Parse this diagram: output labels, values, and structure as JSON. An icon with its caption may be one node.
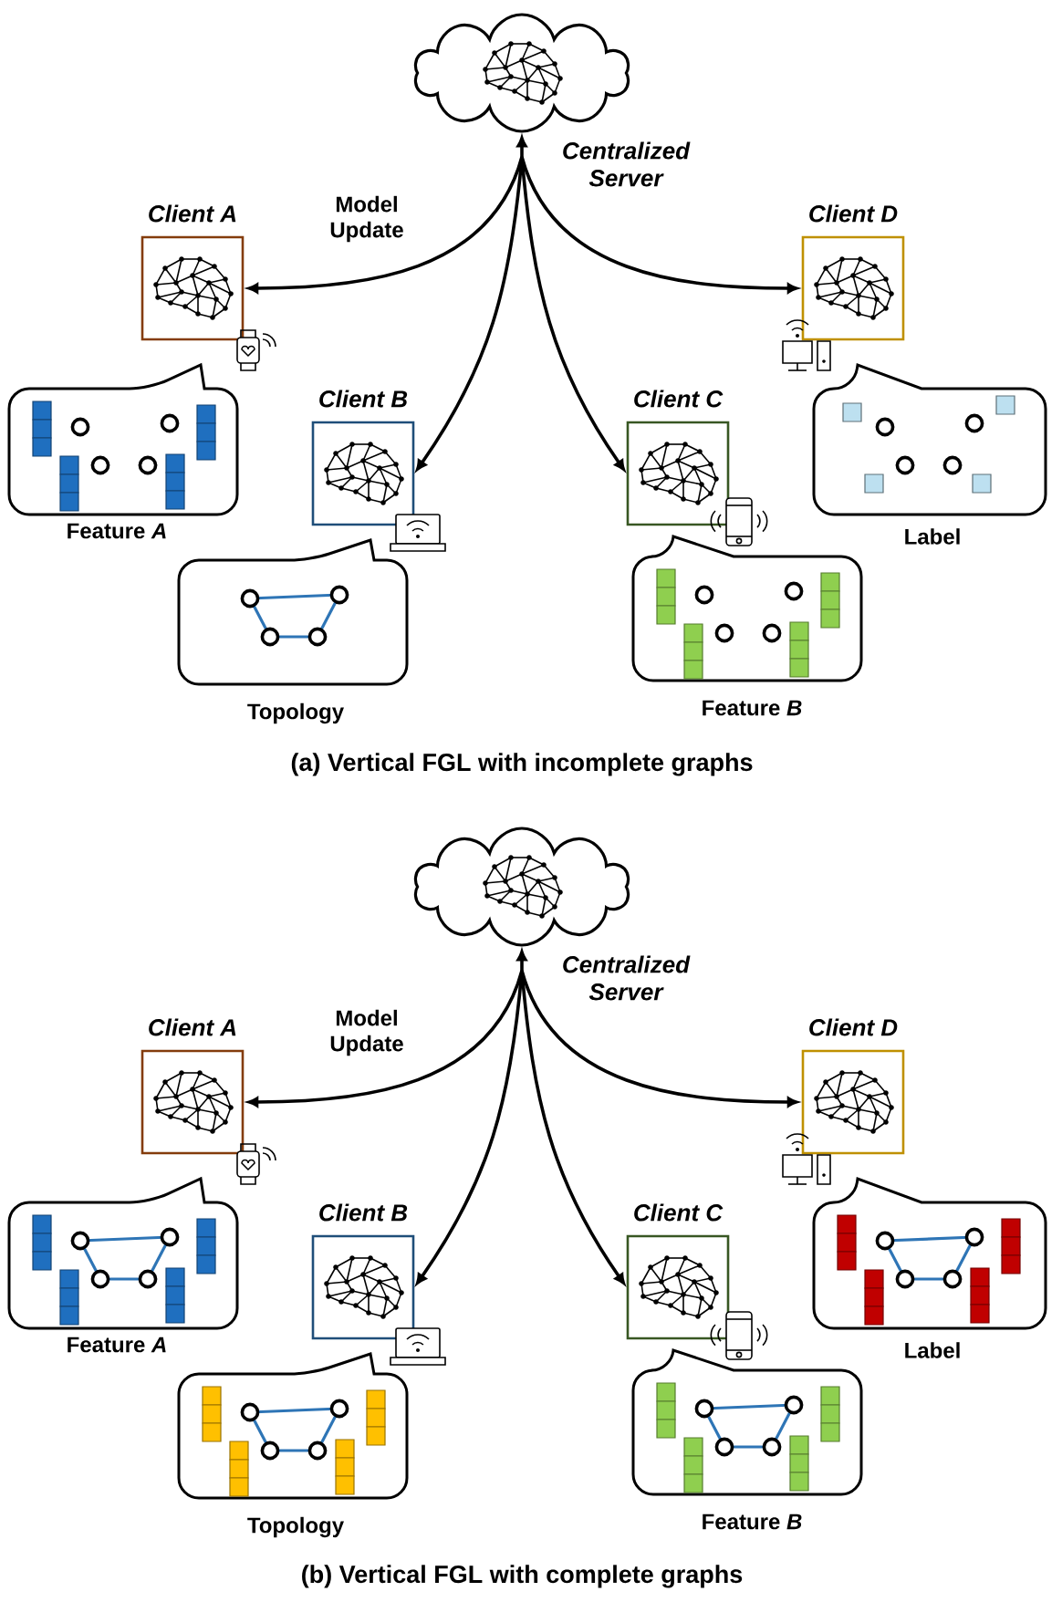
{
  "diagram": {
    "nodes": [
      {
        "text": [
          "Centralized Server"
        ]
      },
      {
        "text": [
          "Client A"
        ]
      },
      {
        "text": [],
        "shape": "bubble",
        "beside": [
          "Feature *A*"
        ]
      },
      {
        "text": [
          "Client B"
        ]
      },
      {
        "text": [],
        "shape": "bubble",
        "beside": [
          "Topology"
        ]
      },
      {
        "text": [
          "Client C"
        ]
      },
      {
        "text": [],
        "shape": "bubble",
        "beside": [
          "Feature *B*"
        ]
      },
      {
        "text": [
          "Client D"
        ]
      },
      {
        "text": [],
        "shape": "bubble",
        "beside": [
          "Label"
        ]
      },
      {
        "text": [
          "Centralized Server"
        ]
      },
      {
        "text": [
          "Client A"
        ]
      },
      {
        "text": [],
        "shape": "bubble",
        "beside": [
          "Feature *A*"
        ]
      },
      {
        "text": [
          "Client B"
        ]
      },
      {
        "text": [],
        "shape": "bubble",
        "beside": [
          "Topology"
        ]
      },
      {
        "text": [
          "Client C"
        ]
      },
      {
        "text": [],
        "shape": "bubble",
        "beside": [
          "Feature *B*"
        ]
      },
      {
        "text": [
          "Client D"
        ]
      },
      {
        "text": [],
        "shape": "bubble",
        "beside": [
          "Label"
        ]
      }
    ],
    "edges": [
      {
        "from": 0,
        "to": 1,
        "arrow": "both",
        "label": "Model Update"
      },
      {
        "from": 0,
        "to": 3,
        "arrow": "both"
      },
      {
        "from": 0,
        "to": 5,
        "arrow": "both"
      },
      {
        "from": 0,
        "to": 7,
        "arrow": "both"
      },
      {
        "from": 9,
        "to": 10,
        "arrow": "both",
        "label": "Model Update"
      },
      {
        "from": 9,
        "to": 12,
        "arrow": "both"
      },
      {
        "from": 9,
        "to": 14,
        "arrow": "both"
      },
      {
        "from": 9,
        "to": 16,
        "arrow": "both"
      }
    ],
    "labels": [
      "(a) Vertical FGL with incomplete graphs",
      "(b) Vertical FGL with complete graphs"
    ]
  }
}
